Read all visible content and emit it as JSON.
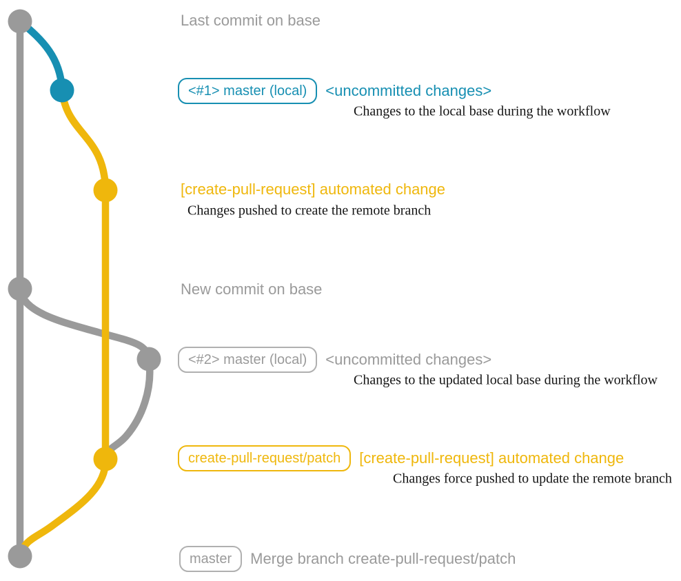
{
  "colors": {
    "gray": "#9a9a9a",
    "blue": "#178fb2",
    "yellow": "#efb70c",
    "ink": "#151515",
    "background": "#ffffff"
  },
  "graph": {
    "commit_dot_colors": [
      "gray",
      "blue",
      "yellow",
      "gray",
      "gray",
      "yellow",
      "gray"
    ],
    "branch_colors": {
      "base": "gray",
      "local_master": "blue",
      "patch_branch": "yellow"
    }
  },
  "annotations": {
    "last_commit": {
      "heading": "Last commit on base"
    },
    "master_local_1": {
      "badge": "<#1> master (local)",
      "title": "<uncommitted changes>",
      "desc": "Changes to the local base during the workflow"
    },
    "automated_change_1": {
      "title": "[create-pull-request] automated change",
      "desc": "Changes pushed to create the remote branch"
    },
    "new_commit": {
      "heading": "New commit on base"
    },
    "master_local_2": {
      "badge": "<#2> master (local)",
      "title": "<uncommitted changes>",
      "desc": "Changes to the updated local base during the workflow"
    },
    "automated_change_2": {
      "badge": "create-pull-request/patch",
      "title": "[create-pull-request] automated change",
      "desc": "Changes force pushed to update the remote branch"
    },
    "merge": {
      "badge": "master",
      "title": "Merge branch create-pull-request/patch"
    }
  }
}
